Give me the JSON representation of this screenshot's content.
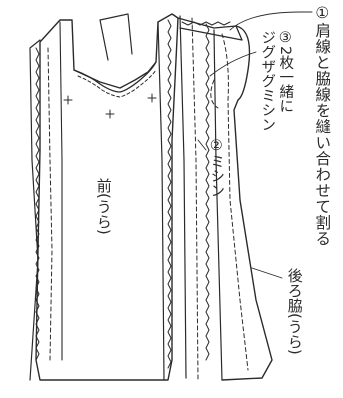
{
  "diagram": {
    "labels": {
      "step1": "①肩線と脇線を縫い合わせて割る",
      "step3_line1": "③2枚一緒に",
      "step3_line2": "ジグザグミシン",
      "step2": "②ミシン",
      "front": "前(うら)",
      "back_side": "後ろ脇(うら)"
    },
    "colors": {
      "stroke": "#2b2b2b",
      "background": "#ffffff"
    }
  }
}
